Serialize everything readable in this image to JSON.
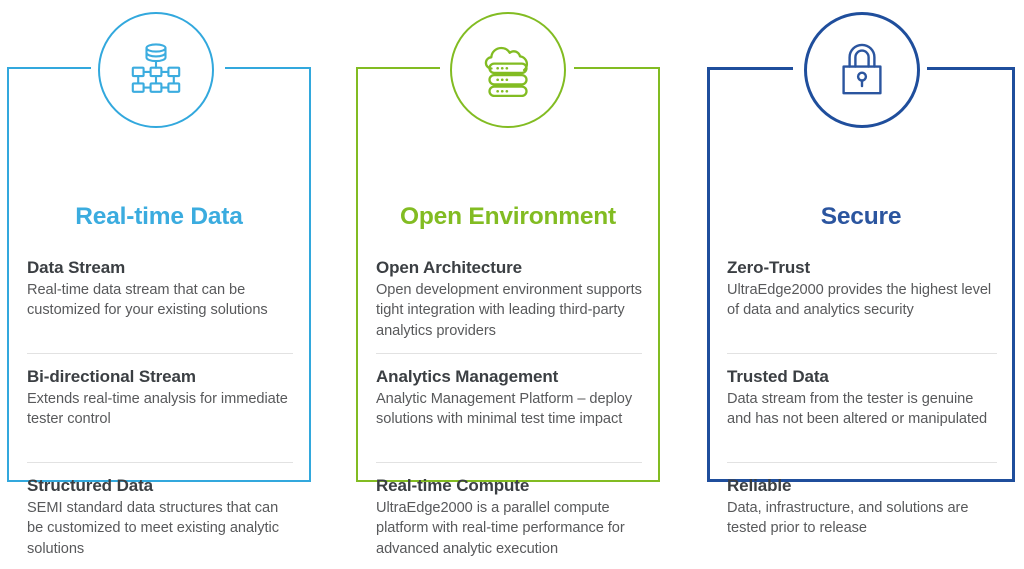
{
  "cards": [
    {
      "id": "real-time-data",
      "title": "Real-time Data",
      "accent": "#3bacdf",
      "icon": "database-network-icon",
      "items": [
        {
          "title": "Data Stream",
          "desc": "Real-time data stream that can be customized for your existing solutions"
        },
        {
          "title": "Bi-directional Stream",
          "desc": "Extends real-time analysis for immediate tester control"
        },
        {
          "title": "Structured Data",
          "desc": "SEMI standard data structures that can be customized to meet existing analytic solutions"
        }
      ]
    },
    {
      "id": "open-environment",
      "title": "Open Environment",
      "accent": "#82bc22",
      "icon": "cloud-server-icon",
      "items": [
        {
          "title": "Open Architecture",
          "desc": "Open development environment supports tight integration with leading third-party analytics providers"
        },
        {
          "title": "Analytics Management",
          "desc": "Analytic Management Platform – deploy solutions with minimal test time impact"
        },
        {
          "title": "Real-time Compute",
          "desc": "UltraEdge2000 is a parallel compute platform with real-time performance for advanced analytic execution"
        }
      ]
    },
    {
      "id": "secure",
      "title": "Secure",
      "accent": "#2b559f",
      "icon": "padlock-icon",
      "items": [
        {
          "title": "Zero-Trust",
          "desc": "UltraEdge2000 provides the highest level of data and analytics security"
        },
        {
          "title": "Trusted Data",
          "desc": "Data stream from the tester is genuine and has not been altered or manipulated"
        },
        {
          "title": "Reliable",
          "desc": "Data, infrastructure, and solutions are tested prior to release"
        }
      ]
    }
  ]
}
